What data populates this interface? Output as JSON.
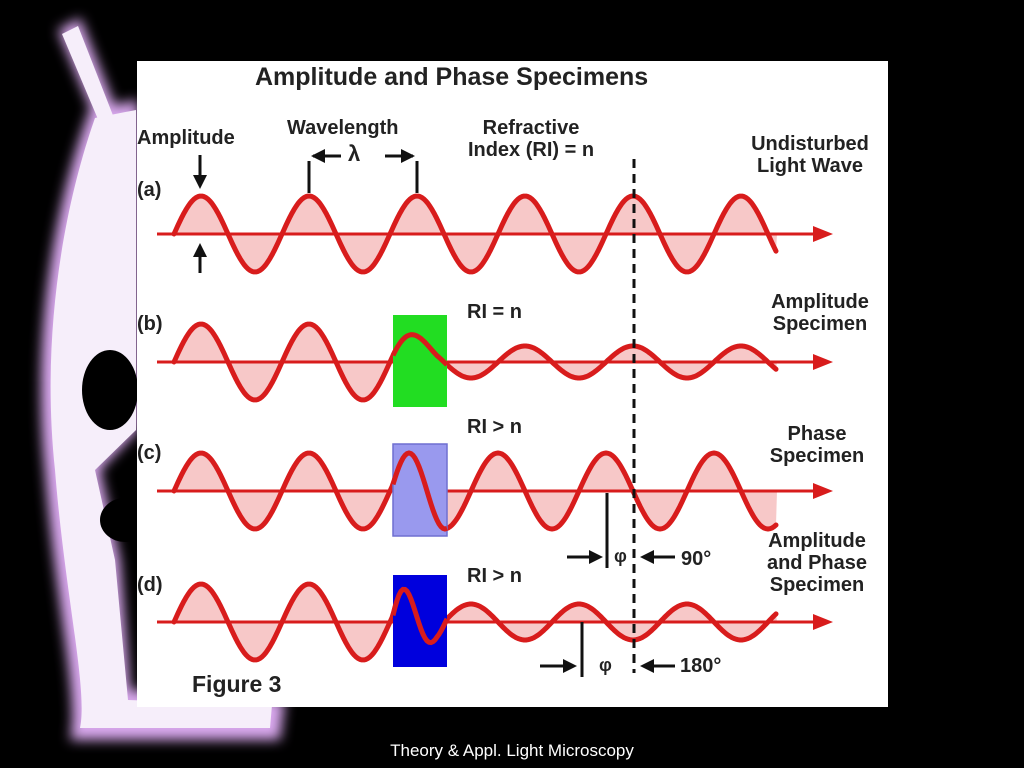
{
  "title": "Amplitude and Phase Specimens",
  "labels": {
    "amplitude": "Amplitude",
    "wavelength": "Wavelength",
    "lambda": "λ",
    "refractive_index": "Refractive\nIndex (RI) = n",
    "figure": "Figure 3"
  },
  "rows": [
    {
      "letter": "(a)",
      "ri": "",
      "side": "Undisturbed\nLight Wave",
      "block_color": "",
      "phase_shift": ""
    },
    {
      "letter": "(b)",
      "ri": "RI = n",
      "side": "Amplitude\nSpecimen",
      "block_color": "#22dd22",
      "phase_shift": ""
    },
    {
      "letter": "(c)",
      "ri": "RI > n",
      "side": "Phase\nSpecimen",
      "block_color": "#9999ee",
      "phase_shift": "90°"
    },
    {
      "letter": "(d)",
      "ri": "RI > n",
      "side": "Amplitude\nand Phase\nSpecimen",
      "block_color": "#0000dd",
      "phase_shift": "180°"
    }
  ],
  "phi_symbol": "φ",
  "colors": {
    "wave": "#d81c1c",
    "wave_fill": "#f7c8c8",
    "background": "#000000",
    "panel": "#ffffff"
  },
  "caption": "Theory & Appl. Light Microscopy"
}
